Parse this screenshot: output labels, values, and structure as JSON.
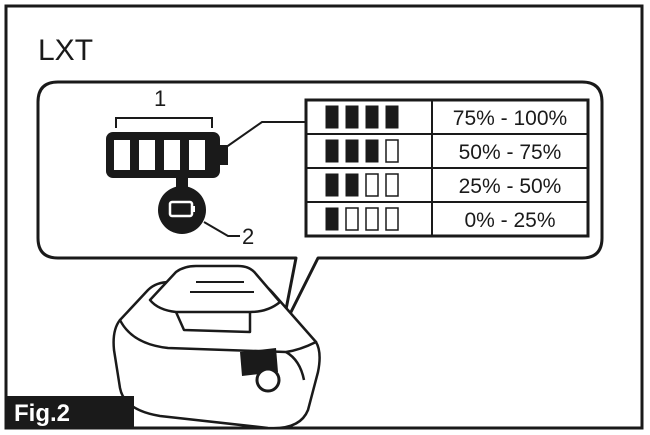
{
  "title": "LXT",
  "figure_label": "Fig.2",
  "callouts": [
    "1",
    "2"
  ],
  "indicator_table": {
    "rows": [
      {
        "lit": 4,
        "range": "75% - 100%"
      },
      {
        "lit": 3,
        "range": "50% - 75%"
      },
      {
        "lit": 2,
        "range": "25% - 50%"
      },
      {
        "lit": 1,
        "range": "0% - 25%"
      }
    ],
    "segments_per_row": 4
  },
  "colors": {
    "ink": "#1a1a1a",
    "paper": "#ffffff",
    "label_bg": "#1a1a1a"
  }
}
